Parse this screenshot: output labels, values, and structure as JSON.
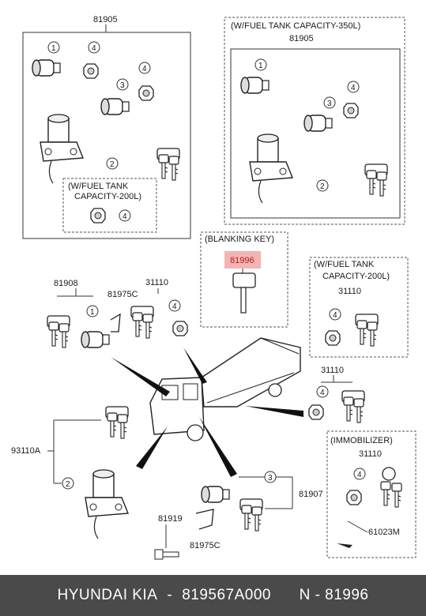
{
  "diagram": {
    "part_group_top_left": "81905",
    "group_350l_title": "(W/FUEL TANK CAPACITY-350L)",
    "group_350l_part": "81905",
    "group_200l_inner_line1": "(W/FUEL TANK",
    "group_200l_inner_line2": "CAPACITY-200L)",
    "blanking_key_title": "(BLANKING KEY)",
    "blanking_key_part": "81996",
    "group_200l_right_line1": "(W/FUEL TANK",
    "group_200l_right_line2": "CAPACITY-200L)",
    "group_200l_right_part": "31110",
    "immobilizer_title": "(IMMOBILIZER)",
    "immobilizer_part": "31110",
    "immobilizer_sensor": "61023M",
    "part_81908": "81908",
    "part_81975c_top": "81975C",
    "part_31110_top": "31110",
    "part_31110_mid": "31110",
    "part_93110a": "93110A",
    "part_81919": "81919",
    "part_81975c_bottom": "81975C",
    "part_81907": "81907",
    "callouts": {
      "c1": "1",
      "c2": "2",
      "c3": "3",
      "c4": "4"
    },
    "highlight_color": "#f4b4b4"
  },
  "footer": {
    "brand": "HYUNDAI  KIA",
    "part_number": "819567A000",
    "catalog_ref": "N - 81996",
    "bar_color": "#4a4a4a"
  }
}
